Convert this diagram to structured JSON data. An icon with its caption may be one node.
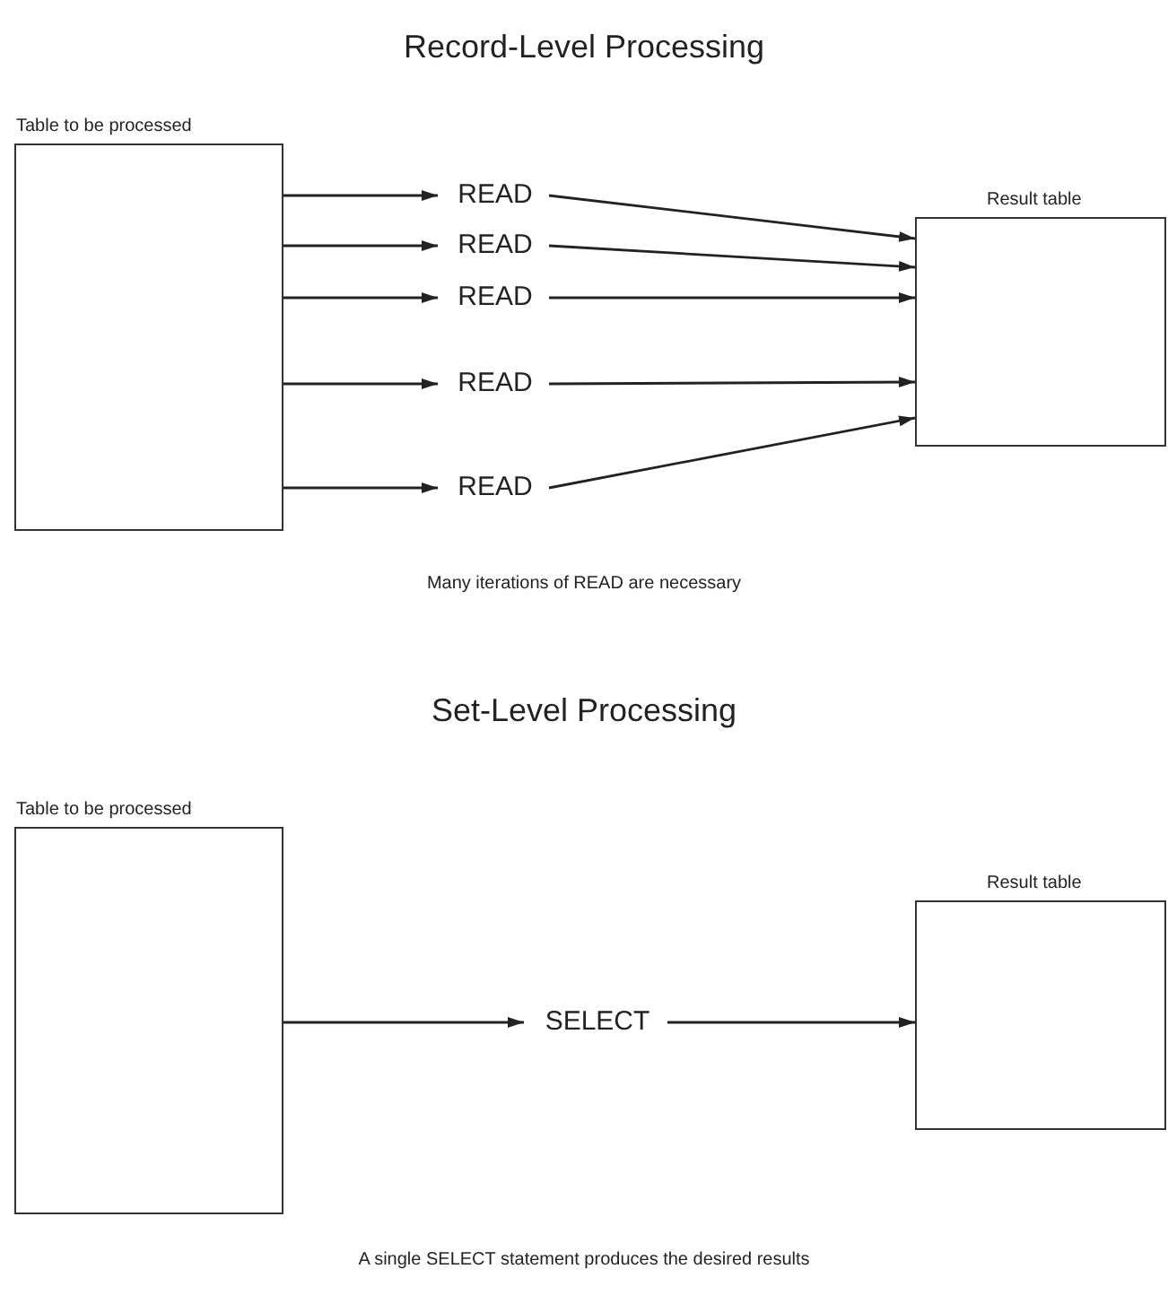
{
  "diagram": {
    "nodes": [
      {
        "text": [
          "Table to be processed"
        ]
      },
      {
        "text": [
          "READ"
        ]
      },
      {
        "text": [
          "READ"
        ]
      },
      {
        "text": [
          "READ"
        ]
      },
      {
        "text": [
          "READ"
        ]
      },
      {
        "text": [
          "READ"
        ]
      },
      {
        "text": [
          "Result table"
        ]
      },
      {
        "text": [
          "Table to be processed"
        ]
      },
      {
        "text": [
          "SELECT"
        ]
      },
      {
        "text": [
          "Result table"
        ]
      }
    ],
    "edges": [
      {
        "from": 0,
        "to": 1,
        "arrow": "to"
      },
      {
        "from": 0,
        "to": 2,
        "arrow": "to"
      },
      {
        "from": 0,
        "to": 3,
        "arrow": "to"
      },
      {
        "from": 0,
        "to": 4,
        "arrow": "to"
      },
      {
        "from": 0,
        "to": 5,
        "arrow": "to"
      },
      {
        "from": 1,
        "to": 6,
        "arrow": "to"
      },
      {
        "from": 2,
        "to": 6,
        "arrow": "to"
      },
      {
        "from": 3,
        "to": 6,
        "arrow": "to"
      },
      {
        "from": 4,
        "to": 6,
        "arrow": "to"
      },
      {
        "from": 5,
        "to": 6,
        "arrow": "to"
      },
      {
        "from": 7,
        "to": 8,
        "arrow": "to"
      },
      {
        "from": 8,
        "to": 9,
        "arrow": "to"
      }
    ],
    "labels": [
      "Record-Level Processing",
      "Many iterations of READ are necessary",
      "Set-Level Processing",
      "A single SELECT statement produces the desired results"
    ]
  }
}
